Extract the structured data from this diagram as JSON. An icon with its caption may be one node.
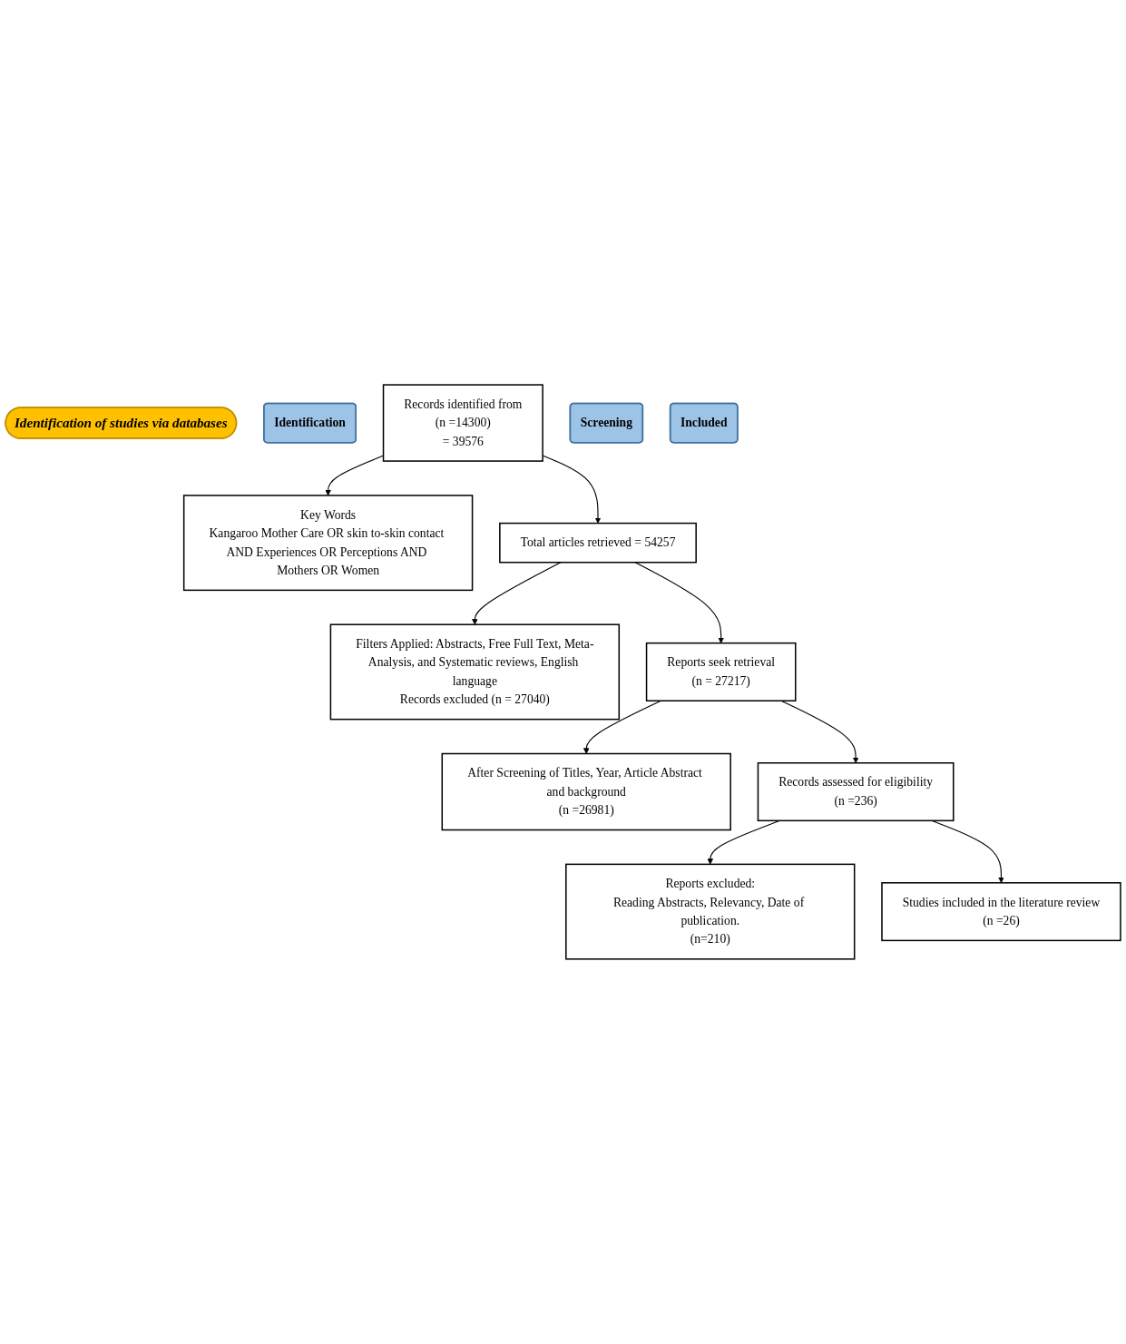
{
  "diagram": {
    "nodes": [
      {
        "text": [
          "Identification of studies via databases"
        ]
      },
      {
        "text": [
          "Identification"
        ]
      },
      {
        "text": [
          "Records identified from",
          "(n =14300)",
          "= 39576"
        ]
      },
      {
        "text": [
          "Key Words",
          "Kangaroo Mother Care OR skin to-skin contact AND Experiences OR Perceptions AND Mothers OR Women"
        ]
      },
      {
        "text": [
          "Screening"
        ]
      },
      {
        "text": [
          "Total articles retrieved = 54257"
        ]
      },
      {
        "text": [
          "Filters Applied: Abstracts, Free Full Text, Meta-Analysis, and Systematic reviews, English language",
          "Records excluded (n = 27040)"
        ]
      },
      {
        "text": [
          "Reports seek retrieval",
          "(n = 27217)"
        ]
      },
      {
        "text": [
          "After Screening of Titles, Year, Article Abstract and background",
          "(n =26981)"
        ]
      },
      {
        "text": [
          "Records assessed for eligibility",
          "(n =236)"
        ]
      },
      {
        "text": [
          "Reports excluded:",
          "Reading Abstracts, Relevancy, Date of publication.",
          "(n=210)"
        ]
      },
      {
        "text": [
          "Included"
        ]
      },
      {
        "text": [
          "Studies included in the literature review",
          "(n =26)"
        ]
      }
    ],
    "edges": [
      {
        "from": 2,
        "to": 3,
        "arrow": "to"
      },
      {
        "from": 2,
        "to": 5,
        "arrow": "to"
      },
      {
        "from": 5,
        "to": 6,
        "arrow": "to"
      },
      {
        "from": 5,
        "to": 7,
        "arrow": "to"
      },
      {
        "from": 7,
        "to": 8,
        "arrow": "to"
      },
      {
        "from": 7,
        "to": 9,
        "arrow": "to"
      },
      {
        "from": 9,
        "to": 10,
        "arrow": "to"
      },
      {
        "from": 9,
        "to": 12,
        "arrow": "to"
      }
    ]
  }
}
